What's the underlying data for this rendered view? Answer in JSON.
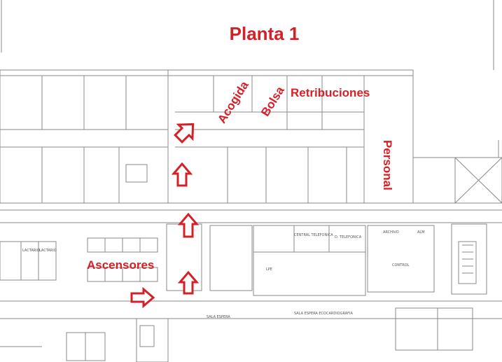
{
  "title": "Planta 1",
  "labels": {
    "acogida": "Acogida",
    "bolsa": "Bolsa",
    "retribuciones": "Retribuciones",
    "personal": "Personal",
    "ascensores": "Ascensores"
  },
  "room_labels": {
    "central_telefonica": "CENTRAL TELEFONICA",
    "d_telefonica": "D. TELEFONICA",
    "archivo": "ARCHIVO",
    "alm": "ALM",
    "sala_espera": "SALA ESPERA",
    "sala_espera_ecocardiografia": "SALA ESPERA ECOCARDIOGRAFIA",
    "lactario_1": "LACTARIO",
    "lactario_2": "LACTARIO",
    "lpe": "LPE",
    "control": "CONTROL"
  },
  "colors": {
    "accent": "#d62027",
    "walls": "#8a8a8a",
    "background": "#ffffff"
  },
  "icons": [
    "direction-arrow-icon",
    "staircase-icon"
  ]
}
